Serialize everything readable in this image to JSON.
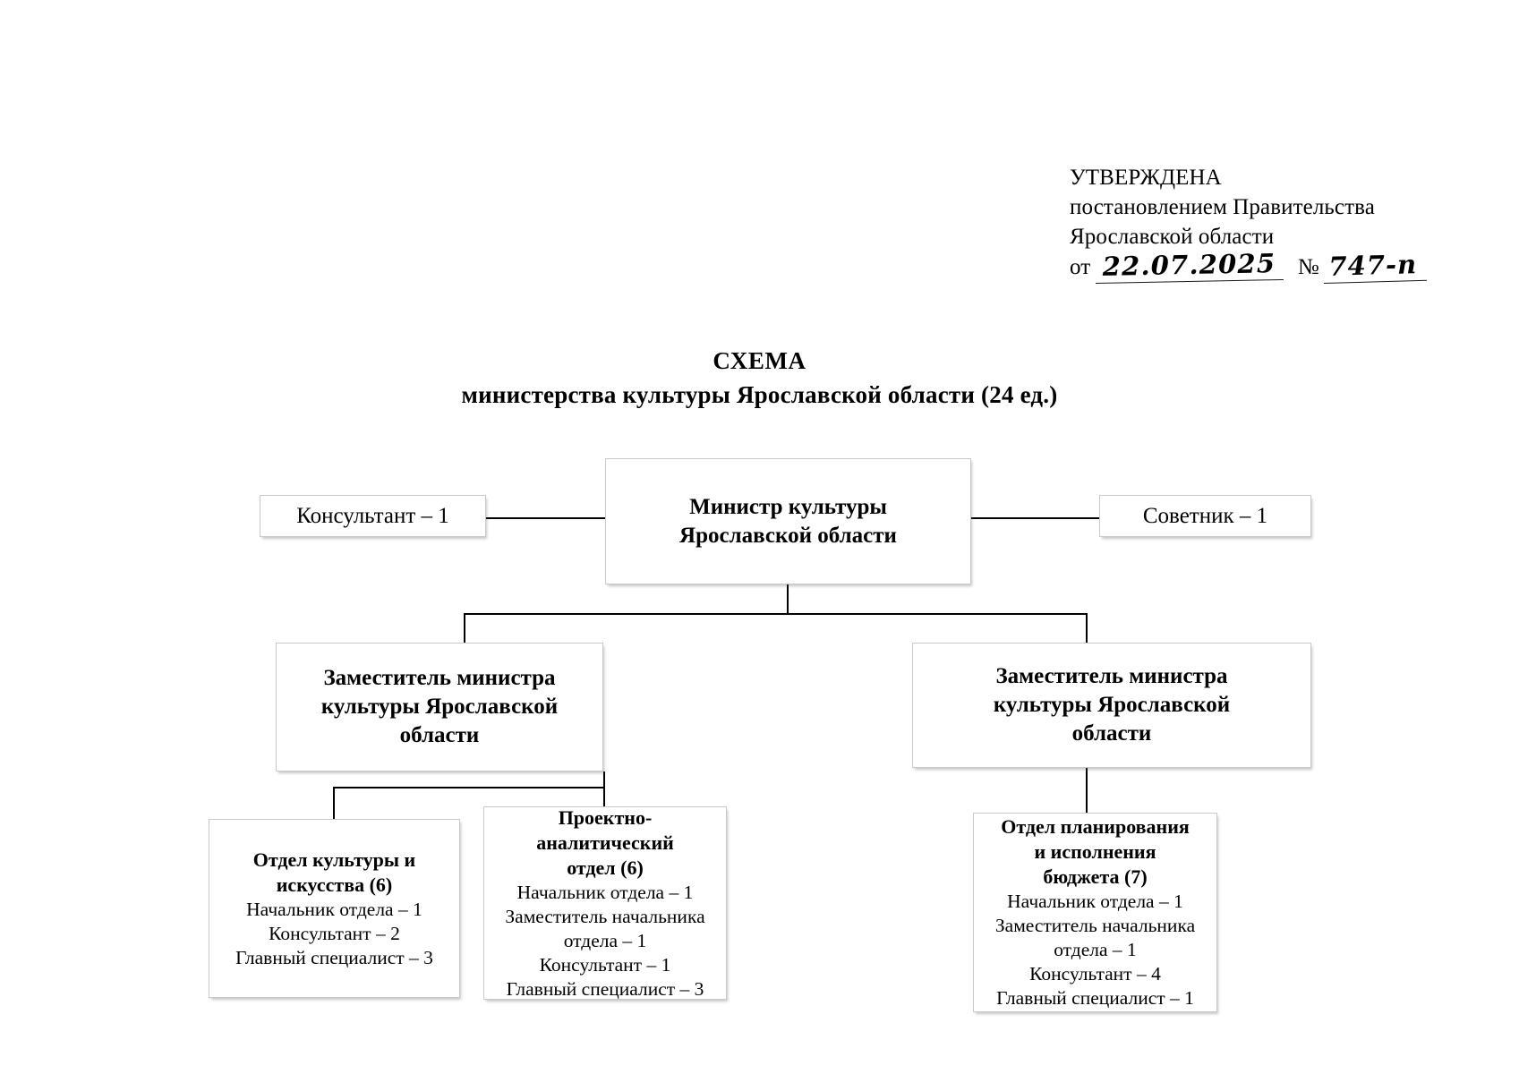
{
  "approval": {
    "heading": "УТВЕРЖДЕНА",
    "line2": "постановлением Правительства",
    "line3": "Ярославской области",
    "date_label": "от",
    "date_value": "22.07.2025",
    "number_label": "№",
    "number_value": "747-п"
  },
  "title": "СХЕМА",
  "subtitle": "министерства культуры Ярославской области (24 ед.)",
  "nodes": {
    "minister": {
      "head_line1": "Министр культуры",
      "head_line2": "Ярославской области"
    },
    "consultant": {
      "label": "Консультант – 1"
    },
    "advisor": {
      "label": "Советник – 1"
    },
    "deputy_left": {
      "head_line1": "Заместитель министра",
      "head_line2": "культуры Ярославской",
      "head_line3": "области"
    },
    "deputy_right": {
      "head_line1": "Заместитель министра",
      "head_line2": "культуры Ярославской",
      "head_line3": "области"
    },
    "dept_culture": {
      "head_line1": "Отдел культуры и",
      "head_line2": "искусства (6)",
      "staff": [
        "Начальник отдела – 1",
        "Консультант – 2",
        "Главный специалист – 3"
      ]
    },
    "dept_project": {
      "head_line1": "Проектно-",
      "head_line2": "аналитический",
      "head_line3": "отдел (6)",
      "staff": [
        "Начальник отдела – 1",
        "Заместитель начальника",
        "отдела – 1",
        "Консультант – 1",
        "Главный специалист – 3"
      ]
    },
    "dept_budget": {
      "head_line1": "Отдел планирования",
      "head_line2": "и исполнения",
      "head_line3": "бюджета (7)",
      "staff": [
        "Начальник отдела – 1",
        "Заместитель начальника",
        "отдела – 1",
        "Консультант – 4",
        "Главный специалист – 1"
      ]
    }
  },
  "colors": {
    "box_border": "#c9c9c9",
    "connector": "#000000",
    "text": "#000000",
    "page_background": "#ffffff"
  }
}
